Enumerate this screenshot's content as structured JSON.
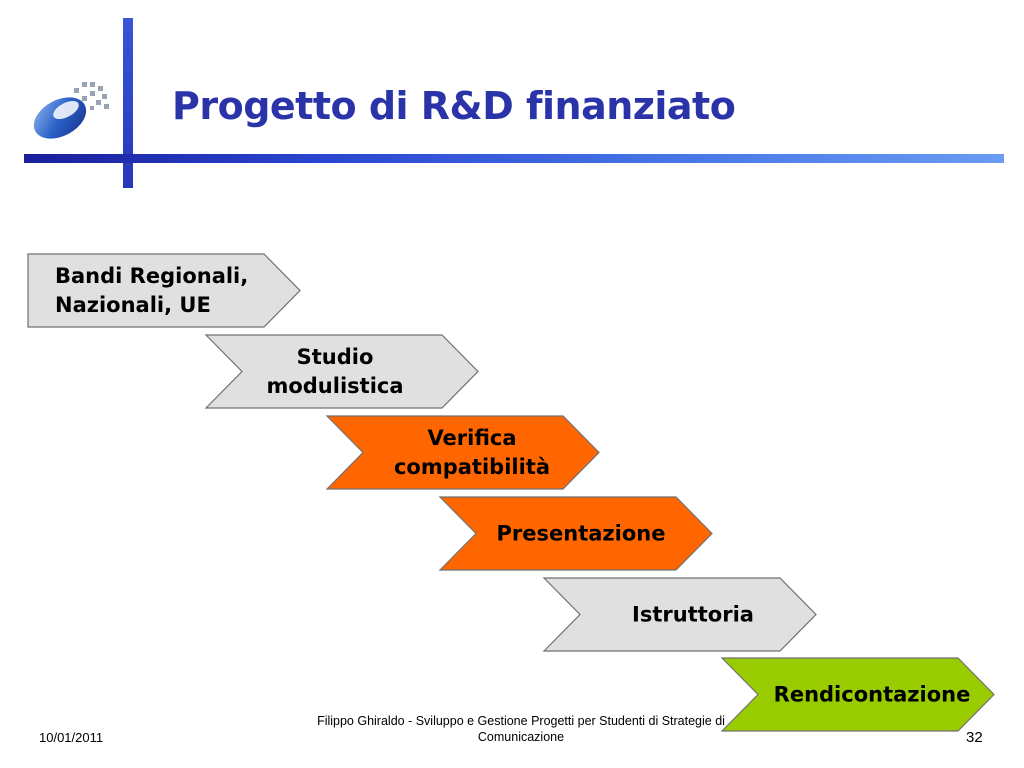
{
  "slide": {
    "title": "Progetto di R&D finanziato",
    "steps": [
      {
        "lines": [
          "Bandi Regionali,",
          "Nazionali, UE"
        ],
        "fill": "#e0e0e0"
      },
      {
        "lines": [
          "Studio",
          "modulistica"
        ],
        "fill": "#e0e0e0"
      },
      {
        "lines": [
          "Verifica",
          "compatibilità"
        ],
        "fill": "#ff6600"
      },
      {
        "lines": [
          "Presentazione"
        ],
        "fill": "#ff6600"
      },
      {
        "lines": [
          "Istruttoria"
        ],
        "fill": "#e0e0e0"
      },
      {
        "lines": [
          "Rendicontazione"
        ],
        "fill": "#99cc00"
      }
    ]
  },
  "footer": {
    "date": "10/01/2011",
    "author": "Filippo Ghiraldo - Sviluppo e Gestione Progetti per Studenti di Strategie di Comunicazione",
    "page": "32"
  },
  "colors": {
    "title": "#2b33a8",
    "accent_bar": "#2538b8",
    "gray_step": "#e0e0e0",
    "orange_step": "#ff6600",
    "green_step": "#99cc00"
  }
}
